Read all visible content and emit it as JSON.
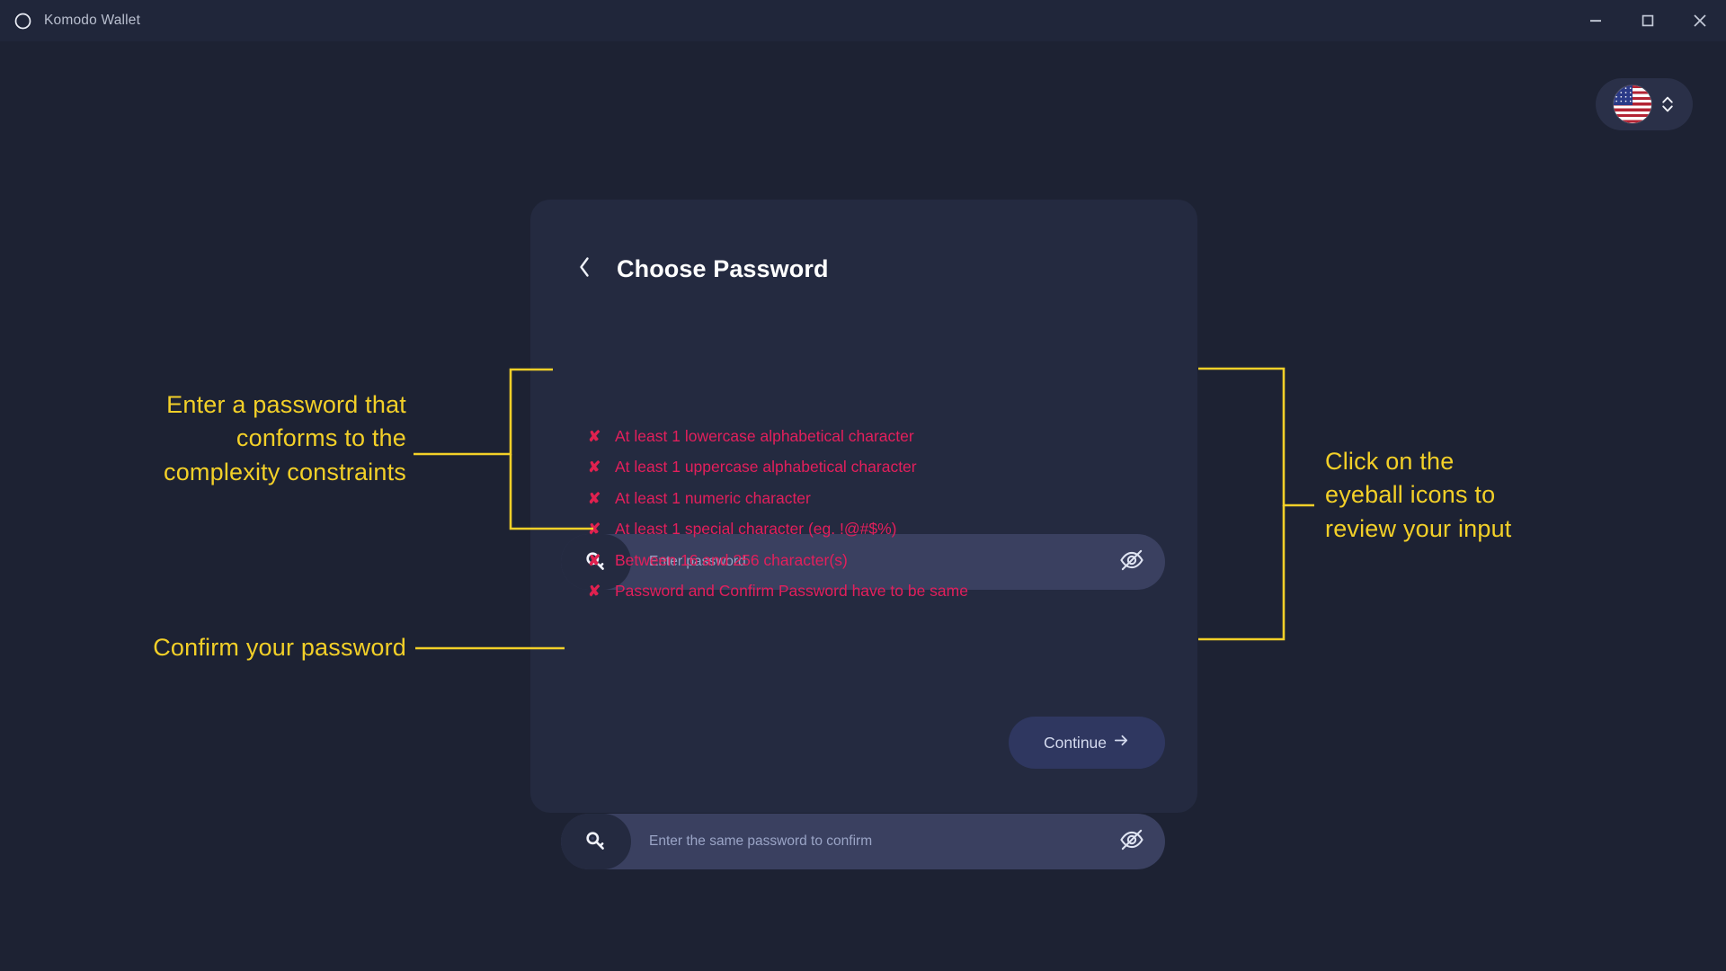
{
  "window": {
    "app_title": "Komodo Wallet",
    "logo_icon": "komodo-circle-logo",
    "controls": [
      {
        "name": "minimize",
        "icon": "minimize-icon"
      },
      {
        "name": "maximize",
        "icon": "maximize-icon"
      },
      {
        "name": "close",
        "icon": "close-icon"
      }
    ]
  },
  "language_selector": {
    "flag_icon": "us-flag-icon",
    "chevron_icon": "chevron-up-down-icon",
    "selected": "US"
  },
  "card": {
    "back_icon": "chevron-left-icon",
    "title": "Choose Password",
    "password_field": {
      "icon": "key-icon",
      "placeholder": "Enter password",
      "value": "",
      "toggle_icon": "eye-off-icon"
    },
    "confirm_field": {
      "icon": "key-icon",
      "placeholder": "Enter the same password to confirm",
      "value": "",
      "toggle_icon": "eye-off-icon"
    },
    "validation": {
      "mark": "✘",
      "rules": [
        "At least 1 lowercase alphabetical character",
        "At least 1 uppercase alphabetical character",
        "At least 1 numeric character",
        "At least 1 special character (eg. !@#$%)",
        "Between 16 and 256 character(s)",
        "Password and Confirm Password have to be same"
      ]
    },
    "continue_button": {
      "label": "Continue",
      "arrow_icon": "arrow-right-icon"
    }
  },
  "annotations": [
    {
      "id": "password-complexity",
      "text": "Enter a password that\nconforms to the\ncomplexity constraints"
    },
    {
      "id": "confirm-password",
      "text": "Confirm your password"
    },
    {
      "id": "eyeball-toggle",
      "text": "Click on the\neyeball icons to\nreview your input"
    }
  ],
  "colors": {
    "background": "#1d2233",
    "titlebar": "#20263a",
    "card": "#242a40",
    "field": "#3a4060",
    "accent_button": "#2f3760",
    "error": "#e31f5c",
    "annotation": "#f3d028"
  }
}
